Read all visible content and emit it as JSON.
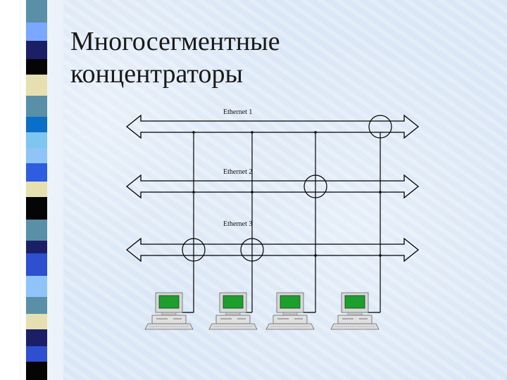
{
  "slide": {
    "title_line1": "Многосегментные",
    "title_line2": "концентраторы"
  },
  "diagram": {
    "buses": [
      {
        "label": "Ethernet 1"
      },
      {
        "label": "Ethernet 2"
      },
      {
        "label": "Ethernet 3"
      }
    ],
    "computers": 4,
    "connections": {
      "computer_1": "Ethernet 3",
      "computer_2": "Ethernet 3",
      "computer_3": "Ethernet 2",
      "computer_4": "Ethernet 1"
    }
  },
  "colors": {
    "background": "#dde9f7",
    "line": "#000000",
    "screen": "#1e9e2e",
    "computer_body": "#d8d8d8"
  }
}
